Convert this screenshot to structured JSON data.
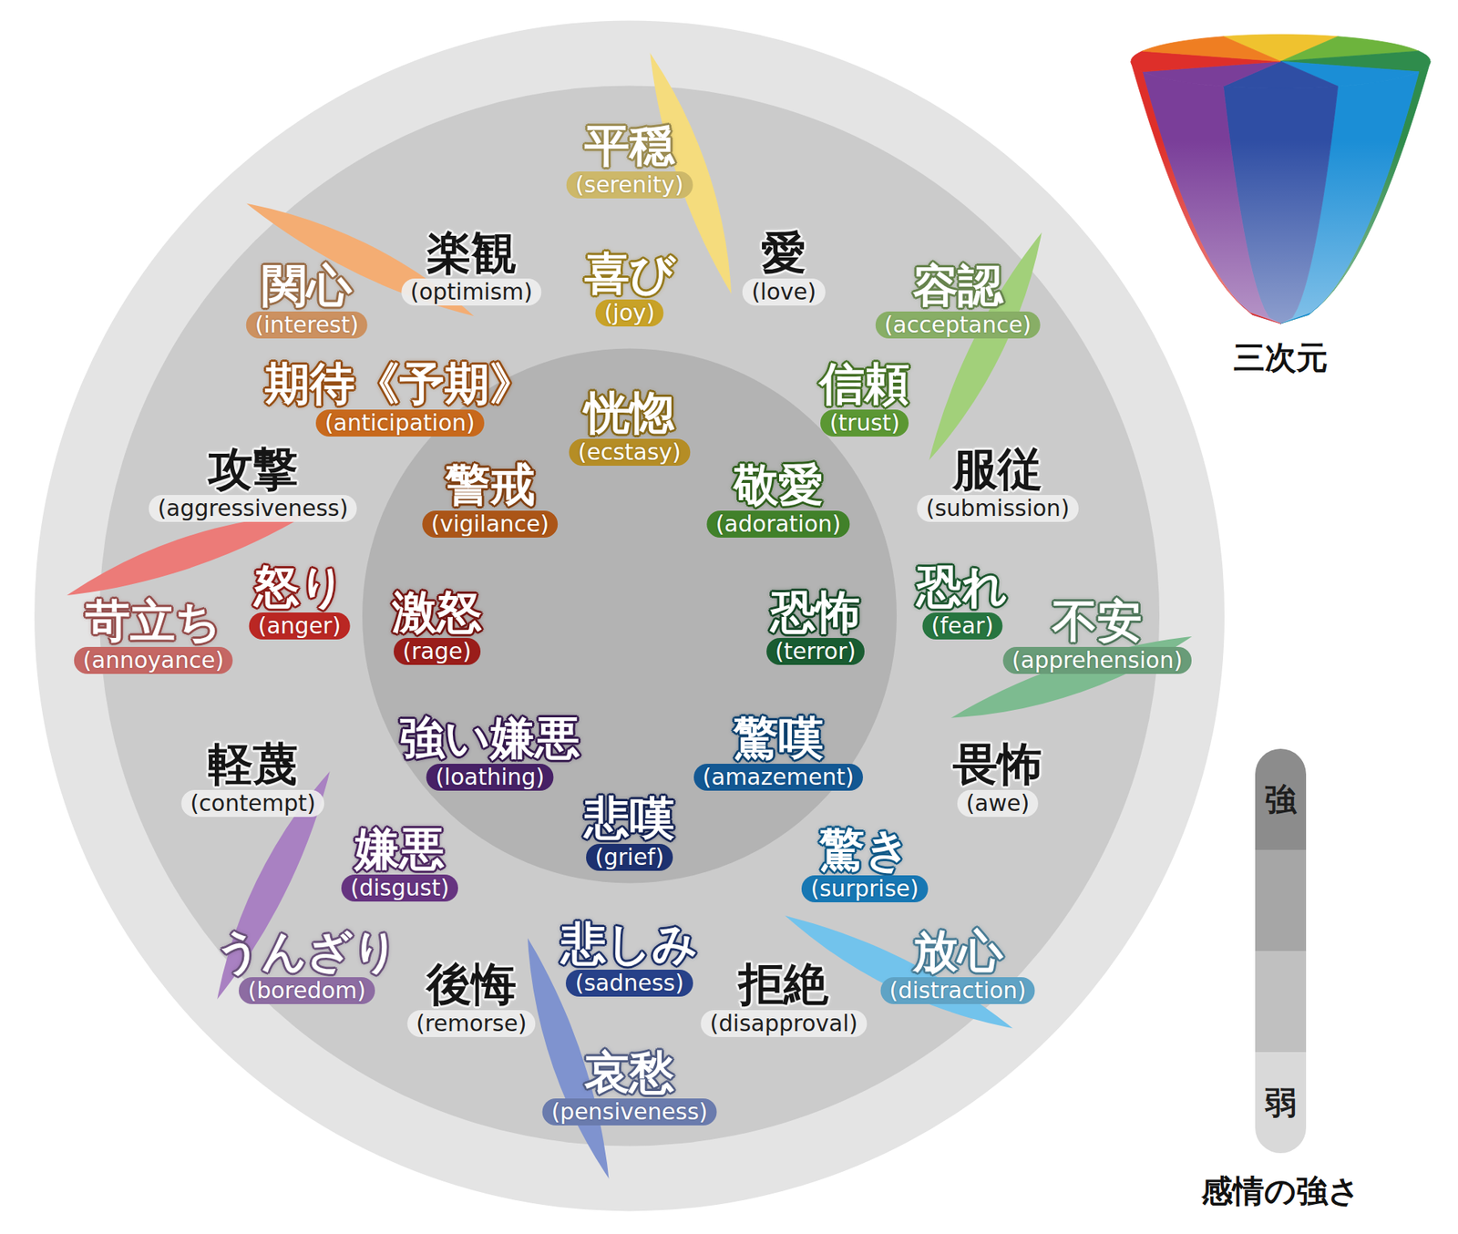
{
  "diagram": {
    "nodes": [
      {
        "text": [
          "平穏",
          "(serenity)"
        ]
      },
      {
        "text": [
          "喜び",
          "(joy)"
        ]
      },
      {
        "text": [
          "恍惚",
          "(ecstasy)"
        ]
      },
      {
        "text": [
          "容認",
          "(acceptance)"
        ]
      },
      {
        "text": [
          "信頼",
          "(trust)"
        ]
      },
      {
        "text": [
          "敬愛",
          "(adoration)"
        ]
      },
      {
        "text": [
          "不安",
          "(apprehension)"
        ]
      },
      {
        "text": [
          "恐れ",
          "(fear)"
        ]
      },
      {
        "text": [
          "恐怖",
          "(terror)"
        ]
      },
      {
        "text": [
          "放心",
          "(distraction)"
        ]
      },
      {
        "text": [
          "驚き",
          "(surprise)"
        ]
      },
      {
        "text": [
          "驚嘆",
          "(amazement)"
        ]
      },
      {
        "text": [
          "哀愁",
          "(pensiveness)"
        ]
      },
      {
        "text": [
          "悲しみ",
          "(sadness)"
        ]
      },
      {
        "text": [
          "悲嘆",
          "(grief)"
        ]
      },
      {
        "text": [
          "うんざり",
          "(boredom)"
        ]
      },
      {
        "text": [
          "嫌悪",
          "(disgust)"
        ]
      },
      {
        "text": [
          "強い嫌悪",
          "(loathing)"
        ]
      },
      {
        "text": [
          "苛立ち",
          "(annoyance)"
        ]
      },
      {
        "text": [
          "怒り",
          "(anger)"
        ]
      },
      {
        "text": [
          "激怒",
          "(rage)"
        ]
      },
      {
        "text": [
          "関心",
          "(interest)"
        ]
      },
      {
        "text": [
          "期待《予期》",
          "(anticipation)"
        ]
      },
      {
        "text": [
          "警戒",
          "(vigilance)"
        ]
      }
    ],
    "labels": [
      "楽観",
      "(optimism)",
      "愛",
      "(love)",
      "攻撃",
      "(aggressiveness)",
      "服従",
      "(submission)",
      "軽蔑",
      "(contempt)",
      "畏怖",
      "(awe)",
      "後悔",
      "(remorse)",
      "拒絶",
      "(disapproval)",
      "三次元",
      "感情の強さ"
    ],
    "legend": [
      {
        "text": "強",
        "color": "#8c8c8c"
      },
      {
        "text": "弱",
        "color": "#d9d9d9"
      }
    ]
  }
}
